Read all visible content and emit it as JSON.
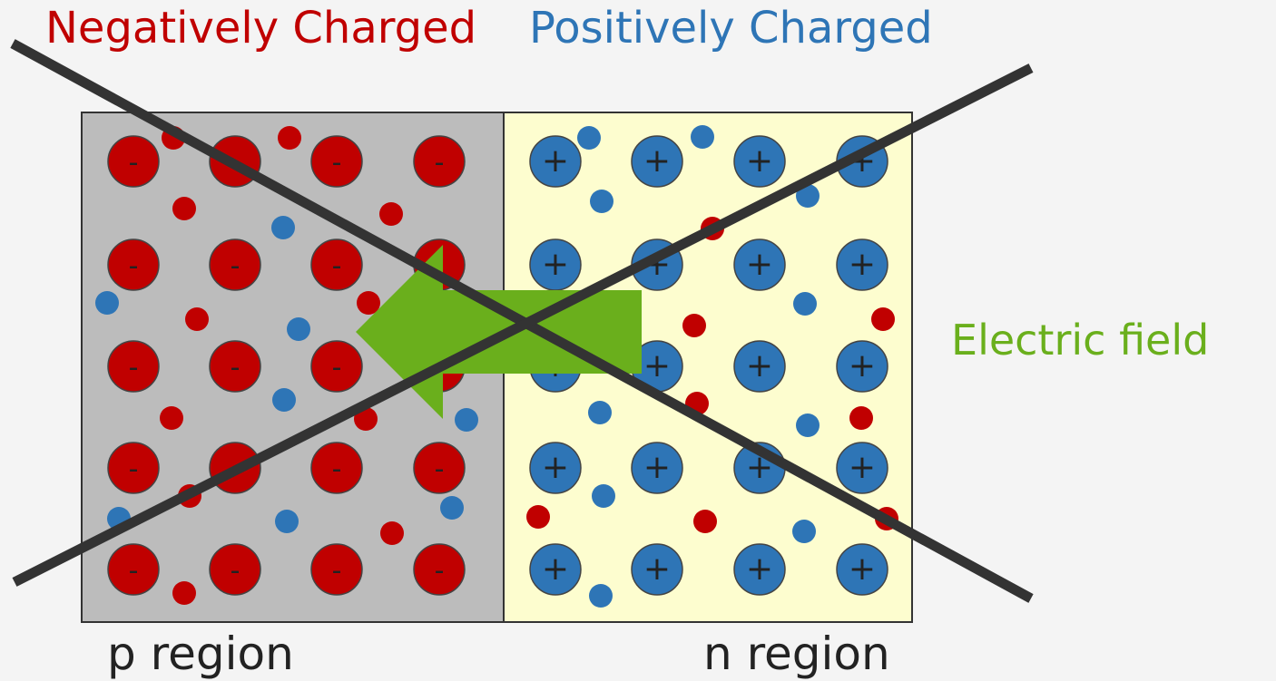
{
  "labels": {
    "negative": "Negatively Charged",
    "positive": "Positively Charged",
    "field": "Electric field",
    "p_region": "p region",
    "n_region": "n region"
  },
  "ion_signs": {
    "acceptor": "-",
    "donor": "+"
  },
  "colors": {
    "background": "#f4f4f4",
    "p_region_fill": "#bcbcbc",
    "n_region_fill": "#fdfdcf",
    "negative": "#c00000",
    "positive": "#2e75b6",
    "field_arrow": "#6aaf1c",
    "cross_line": "#333333",
    "label_text": "#222222"
  }
}
